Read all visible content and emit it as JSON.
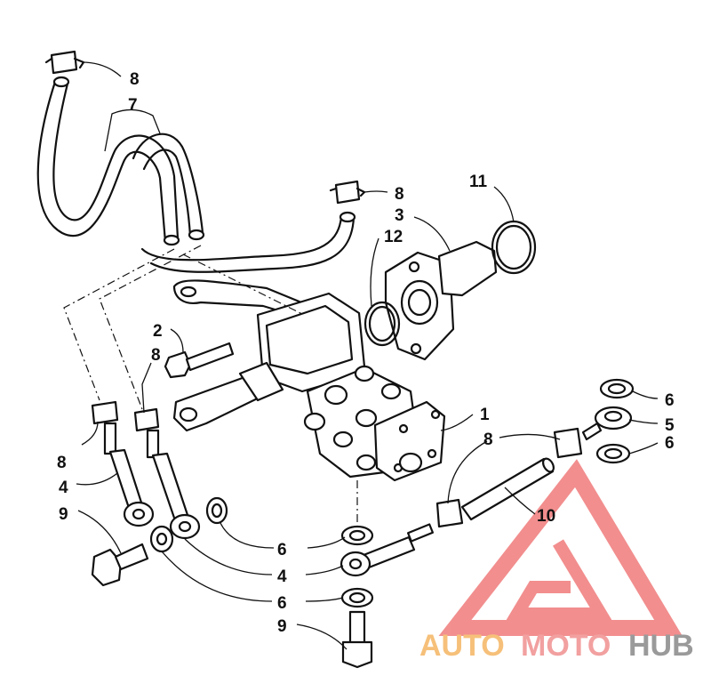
{
  "callouts": {
    "c1": "1",
    "c2": "2",
    "c3": "3",
    "c4a": "4",
    "c4b": "4",
    "c5": "5",
    "c6a": "6",
    "c6b": "6",
    "c6c": "6",
    "c6d": "6",
    "c7": "7",
    "c8a": "8",
    "c8b": "8",
    "c8c": "8",
    "c8d": "8",
    "c8e": "8",
    "c9a": "9",
    "c9b": "9",
    "c10": "10",
    "c11": "11",
    "c12": "12"
  },
  "watermark": {
    "part1": "AUTO",
    "part2": "MOTO",
    "part3": "HUB",
    "color_auto": "#f6c07a",
    "color_moto": "#f2a0a0",
    "color_hub": "#9a9a9a",
    "logo_color": "#f07b7b"
  }
}
